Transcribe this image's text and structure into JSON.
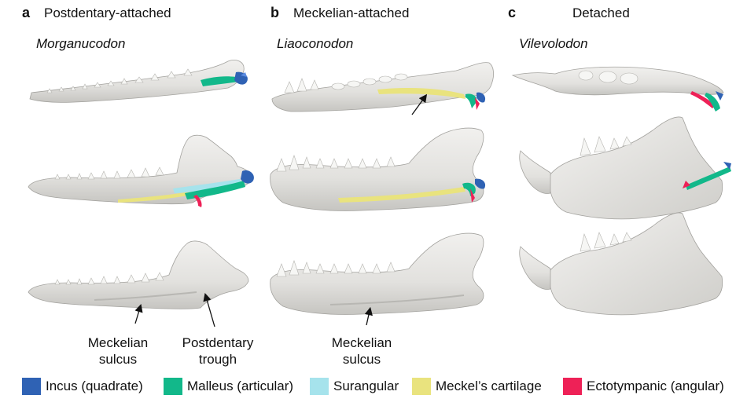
{
  "panels": [
    {
      "letter": "a",
      "title": "Postdentary-attached",
      "genus": "Morganucodon"
    },
    {
      "letter": "b",
      "title": "Meckelian-attached",
      "genus": "Liaoconodon"
    },
    {
      "letter": "c",
      "title": "Detached",
      "genus": "Vilevolodon"
    }
  ],
  "annotations": {
    "a_meckelian": [
      "Meckelian",
      "sulcus"
    ],
    "a_trough": [
      "Postdentary",
      "trough"
    ],
    "b_meckelian": [
      "Meckelian",
      "sulcus"
    ]
  },
  "legend": [
    {
      "label": "Incus (quadrate)",
      "color": "#2f62b4"
    },
    {
      "label": "Malleus (articular)",
      "color": "#12b88a"
    },
    {
      "label": "Surangular",
      "color": "#a6e3ec"
    },
    {
      "label": "Meckel’s cartilage",
      "color": "#e9e37e"
    },
    {
      "label": "Ectotympanic (angular)",
      "color": "#ee2157"
    }
  ],
  "colors": {
    "bone": "#e7e6e3",
    "bone_shade": "#c9c8c4",
    "outline": "#9d9c98"
  }
}
